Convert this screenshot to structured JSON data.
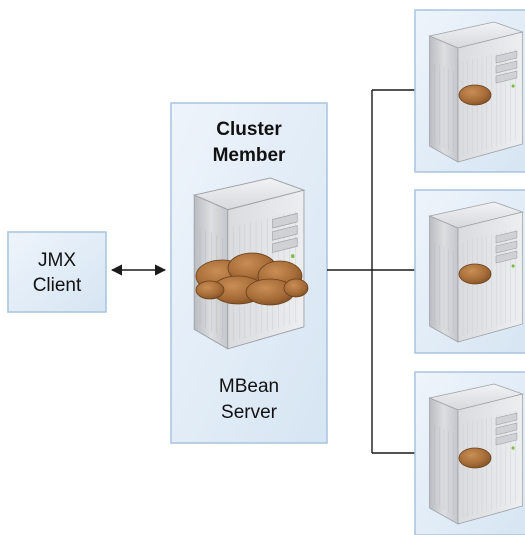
{
  "jmx_client": {
    "line1": "JMX",
    "line2": "Client"
  },
  "cluster_member": {
    "title_line1": "Cluster",
    "title_line2": "Member",
    "server_line1": "MBean",
    "server_line2": "Server"
  },
  "colors": {
    "box_fill": "#dde9f5",
    "box_stroke": "#a9c4df",
    "server_body": "#c9ccd1",
    "bean_fill": "#a0693a",
    "line": "#1a1a1a"
  }
}
